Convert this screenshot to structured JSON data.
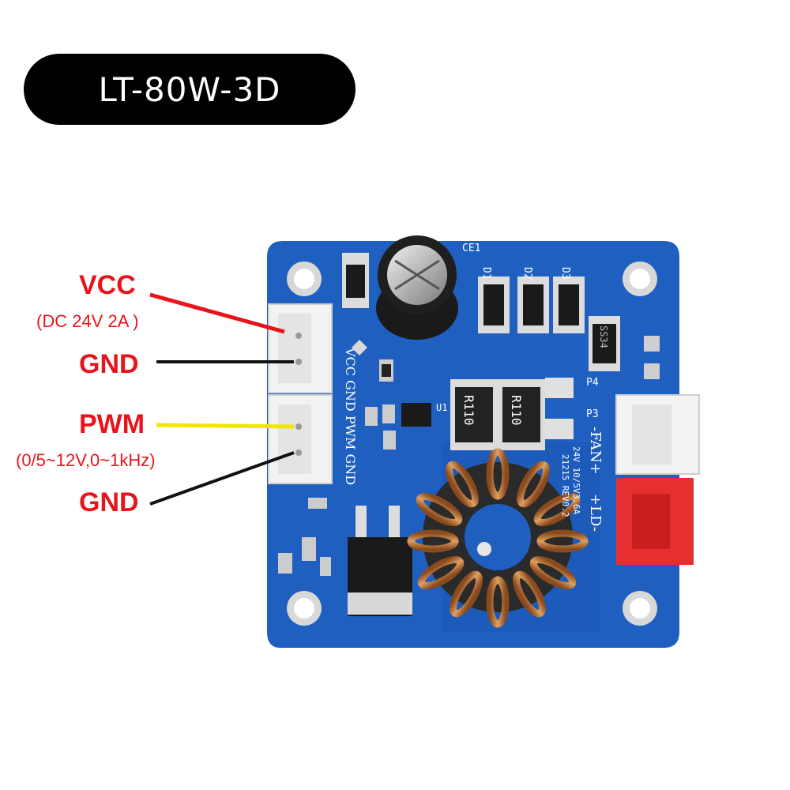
{
  "title": "LT-80W-3D",
  "labels": {
    "vcc": "VCC",
    "vcc_note": "(DC 24V 2A )",
    "gnd_top": "GND",
    "pwm": "PWM",
    "pwm_note": "(0/5~12V,0~1kHz)",
    "gnd_bottom": "GND"
  },
  "silkscreen": {
    "r1": "R110",
    "r2": "R110",
    "fan": "-FAN+",
    "ld": "+LD-",
    "pins_left": "VCC GND PWM GND",
    "spec1": "24V 10/5V3.6A",
    "spec2": "21215 REV0.2",
    "d1": "D1",
    "d2": "D2",
    "d3": "D3",
    "ce": "CE1",
    "p4": "P4",
    "p3": "P3",
    "u1": "U1",
    "ss": "SS34"
  },
  "colors": {
    "board": "#1f5fc0",
    "board_dark": "#164da3",
    "label_red": "#e8141c",
    "wire_red": "#e8141c",
    "wire_black": "#111111",
    "wire_yellow": "#f2e600",
    "copper": "#c8773a",
    "connector_red": "#e63030"
  }
}
